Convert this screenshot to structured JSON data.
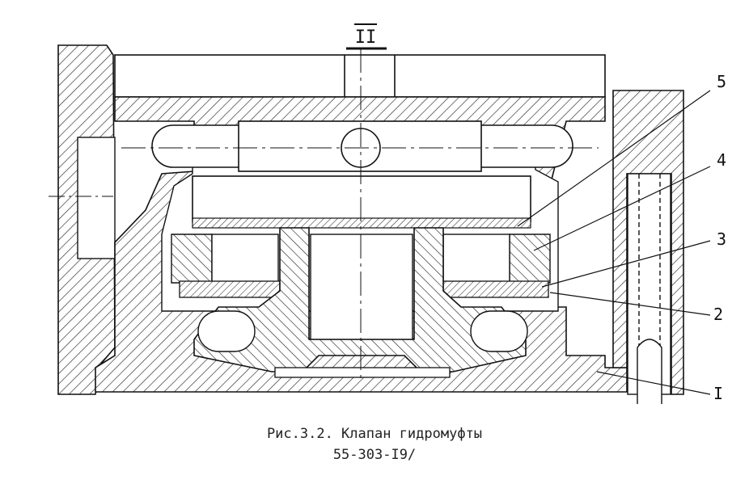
{
  "section_mark": "II",
  "callouts": [
    {
      "id": "5",
      "label": "5"
    },
    {
      "id": "4",
      "label": "4"
    },
    {
      "id": "3",
      "label": "3"
    },
    {
      "id": "2",
      "label": "2"
    },
    {
      "id": "1",
      "label": "I"
    }
  ],
  "caption": {
    "line1": "Рис.3.2. Клапан гидромуфты",
    "line2": "55-303-I9/"
  }
}
